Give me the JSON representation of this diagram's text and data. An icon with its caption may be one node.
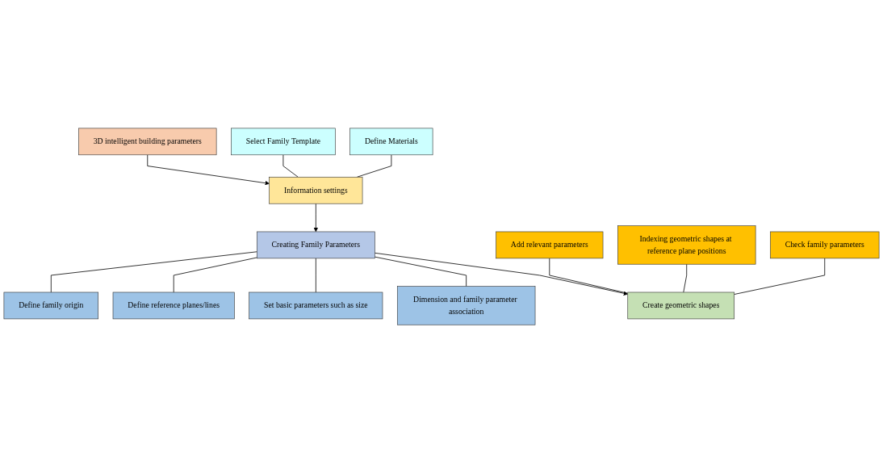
{
  "diagram": {
    "nodes": [
      {
        "text": [
          "3D intelligent building parameters"
        ]
      },
      {
        "text": [
          "Select Family Template"
        ]
      },
      {
        "text": [
          "Information settings"
        ]
      },
      {
        "text": [
          "Define Materials"
        ]
      },
      {
        "text": [
          "Define family origin"
        ]
      },
      {
        "text": [
          "Define reference planes/lines"
        ]
      },
      {
        "text": [
          "Creating Family Parameters"
        ]
      },
      {
        "text": [
          "Set basic parameters such as size"
        ]
      },
      {
        "text": [
          "Add relevant parameters"
        ]
      },
      {
        "text": [
          "Dimension and family parameter association"
        ]
      },
      {
        "text": [
          "Indexing geometric shapes at reference plane positions"
        ]
      },
      {
        "text": [
          "Create geometric shapes"
        ]
      },
      {
        "text": [
          "Check family parameters"
        ]
      }
    ],
    "edges": [
      {
        "from": 0,
        "to": 2,
        "arrow": "to"
      },
      {
        "from": 1,
        "to": 2,
        "arrow": "none"
      },
      {
        "from": 3,
        "to": 2,
        "arrow": "none"
      },
      {
        "from": 2,
        "to": 6,
        "arrow": "to"
      },
      {
        "from": 6,
        "to": 4,
        "arrow": "none"
      },
      {
        "from": 6,
        "to": 5,
        "arrow": "none"
      },
      {
        "from": 6,
        "to": 7,
        "arrow": "none"
      },
      {
        "from": 6,
        "to": 9,
        "arrow": "none"
      },
      {
        "from": 6,
        "to": 11,
        "arrow": "to"
      },
      {
        "from": 8,
        "to": 11,
        "arrow": "none"
      },
      {
        "from": 10,
        "to": 11,
        "arrow": "none"
      },
      {
        "from": 12,
        "to": 11,
        "arrow": "none"
      }
    ]
  }
}
